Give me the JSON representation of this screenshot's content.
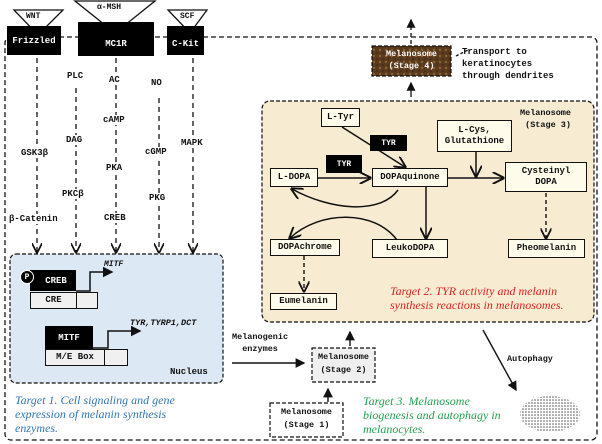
{
  "receptors": [
    {
      "ligand": "WNT",
      "receptor": "Frizzled"
    },
    {
      "ligand": "α-MSH",
      "receptor": "MC1R"
    },
    {
      "ligand": "SCF",
      "receptor": "C-Kit"
    }
  ],
  "pathways": {
    "wnt": [
      "GSK3β",
      "β-Catenin"
    ],
    "plc": [
      "PLC",
      "DAG",
      "PKCβ"
    ],
    "camp": [
      "AC",
      "cAMP",
      "PKA",
      "CREB"
    ],
    "no": [
      "NO",
      "cGMP",
      "PKG"
    ],
    "mapk": [
      "MAPK"
    ]
  },
  "nucleus": {
    "label": "Nucleus",
    "phospho": "P",
    "creb": "CREB",
    "cre": "CRE",
    "creb_target": "MITF",
    "mitf": "MITF",
    "mebox": "M/E Box",
    "mitf_targets": "TYR,TYRP1,DCT",
    "fill": "#dce8f4"
  },
  "stage4": {
    "label": "Melanosome\n(Stage 4)",
    "transport": "Transport to\nkeratinocytes\nthrough dendrites"
  },
  "stage3": {
    "label": "Melanosome\n(Stage 3)",
    "ltyr": "L-Tyr",
    "tyr1": "TYR",
    "tyr2": "TYR",
    "ldopa": "L-DOPA",
    "dopaquinone": "DOPAquinone",
    "lcys": "L-Cys,\nGlutathione",
    "cysteinyl": "Cysteinyl\nDOPA",
    "dopachrome": "DOPAchrome",
    "leukodopa": "LeukoDOPA",
    "pheomelanin": "Pheomelanin",
    "eumelanin": "Eumelanin",
    "fill": "#f7ecd2"
  },
  "stage2": "Melanosome\n(Stage 2)",
  "stage1": "Melanosome\n(Stage 1)",
  "enzymes": "Melanogenic\nenzymes",
  "autophagy": "Autophagy",
  "targets": {
    "t1": {
      "text": "Target 1. Cell signaling and gene expression of melanin synthesis enzymes.",
      "color": "#2e75b6"
    },
    "t2": {
      "text": "Target 2. TYR activity and melanin synthesis reactions in melanosomes.",
      "color": "#e02020"
    },
    "t3": {
      "text": "Target 3. Melanosome biogenesis and autophagy in melanocytes.",
      "color": "#22a050"
    }
  }
}
